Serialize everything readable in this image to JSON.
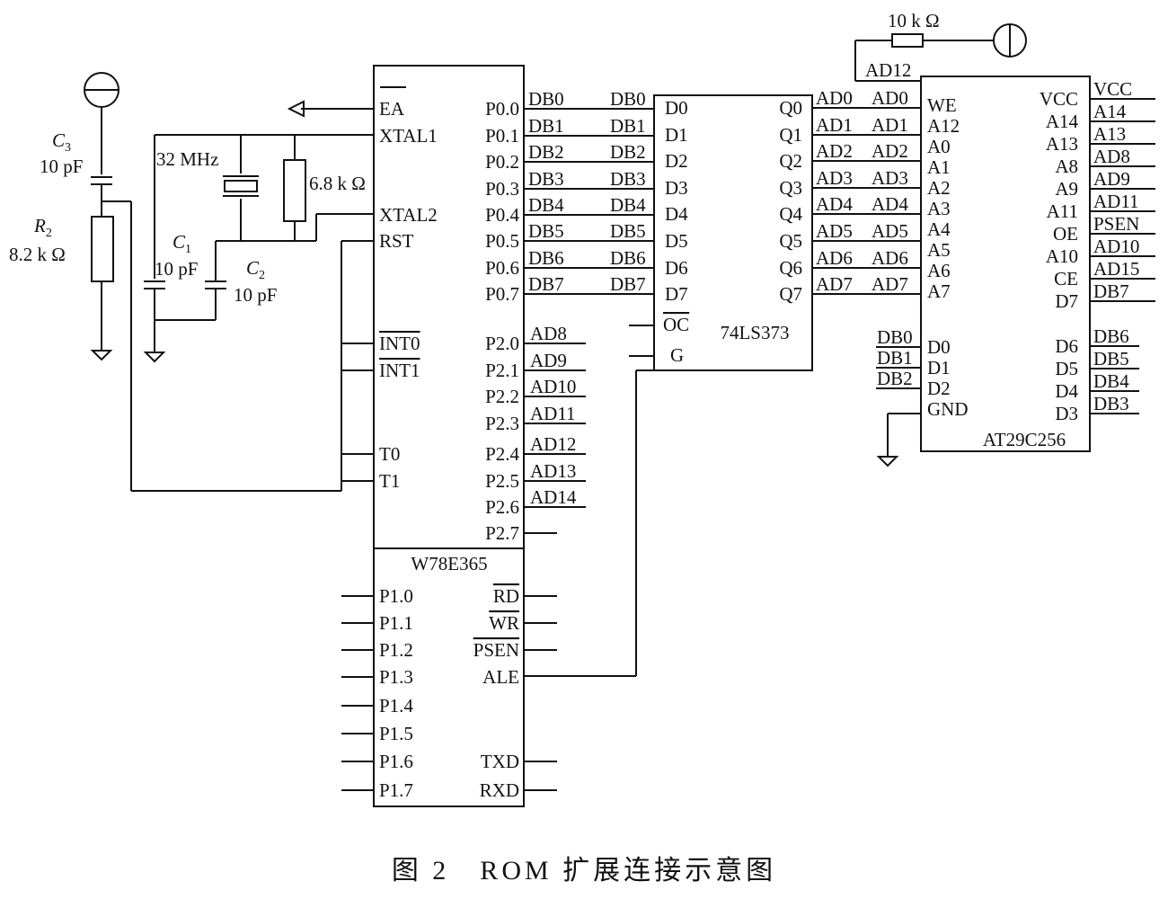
{
  "caption": "图 2　ROM 扩展连接示意图",
  "components": {
    "mcu": {
      "name": "W78E365",
      "left_pins": [
        "EA",
        "XTAL1",
        "XTAL2",
        "RST",
        "INT0",
        "INT1",
        "T0",
        "T1"
      ],
      "right_pins": [
        "P0.0",
        "P0.1",
        "P0.2",
        "P0.3",
        "P0.4",
        "P0.5",
        "P0.6",
        "P0.7",
        "P2.0",
        "P2.1",
        "P2.2",
        "P2.3",
        "P2.4",
        "P2.5",
        "P2.6",
        "P2.7"
      ],
      "port1_pins": [
        "P1.0",
        "P1.1",
        "P1.2",
        "P1.3",
        "P1.4",
        "P1.5",
        "P1.6",
        "P1.7"
      ],
      "control_pins": [
        "RD",
        "WR",
        "PSEN",
        "ALE",
        "TXD",
        "RXD"
      ]
    },
    "latch": {
      "name": "74LS373",
      "d_pins": [
        "D0",
        "D1",
        "D2",
        "D3",
        "D4",
        "D5",
        "D6",
        "D7"
      ],
      "q_pins": [
        "Q0",
        "Q1",
        "Q2",
        "Q3",
        "Q4",
        "Q5",
        "Q6",
        "Q7"
      ],
      "oc_pin": "OC",
      "g_pin": "G"
    },
    "eeprom": {
      "name": "AT29C256",
      "left_pins": [
        "WE",
        "A12",
        "A0",
        "A1",
        "A2",
        "A3",
        "A4",
        "A5",
        "A6",
        "A7"
      ],
      "right_pins": [
        "VCC",
        "A14",
        "A13",
        "A8",
        "A9",
        "A11",
        "OE",
        "A10",
        "CE",
        "D7"
      ],
      "data_left": [
        "D0",
        "D1",
        "D2",
        "GND"
      ],
      "data_right": [
        "D6",
        "D5",
        "D4",
        "D3"
      ]
    }
  },
  "nets": {
    "mcu_p0": [
      "DB0",
      "DB1",
      "DB2",
      "DB3",
      "DB4",
      "DB5",
      "DB6",
      "DB7"
    ],
    "latch_d": [
      "DB0",
      "DB1",
      "DB2",
      "DB3",
      "DB4",
      "DB5",
      "DB6",
      "DB7"
    ],
    "latch_q": [
      "AD0",
      "AD1",
      "AD2",
      "AD3",
      "AD4",
      "AD5",
      "AD6",
      "AD7"
    ],
    "eeprom_a": [
      "AD0",
      "AD1",
      "AD2",
      "AD3",
      "AD4",
      "AD5",
      "AD6",
      "AD7"
    ],
    "mcu_p2": [
      "AD8",
      "AD9",
      "AD10",
      "AD11",
      "AD12",
      "AD13",
      "AD14"
    ],
    "eeprom_right": [
      "VCC",
      "A14",
      "A13",
      "AD8",
      "AD9",
      "AD11",
      "PSEN",
      "AD10",
      "AD15",
      "DB7"
    ],
    "eeprom_data_right": [
      "DB6",
      "DB5",
      "DB4",
      "DB3"
    ],
    "eeprom_data_left": [
      "DB0",
      "DB1",
      "DB2"
    ],
    "we_net": "AD12"
  },
  "parts": {
    "crystal": "32 MHz",
    "resistor_osc": "6.8 k Ω",
    "c1": {
      "name": "C",
      "sub": "1",
      "value": "10 pF"
    },
    "c2": {
      "name": "C",
      "sub": "2",
      "value": "10 pF"
    },
    "c3": {
      "name": "C",
      "sub": "3",
      "value": "10 pF"
    },
    "r2": {
      "name": "R",
      "sub": "2",
      "value": "8.2 k Ω"
    },
    "pullup": "10 k Ω"
  }
}
